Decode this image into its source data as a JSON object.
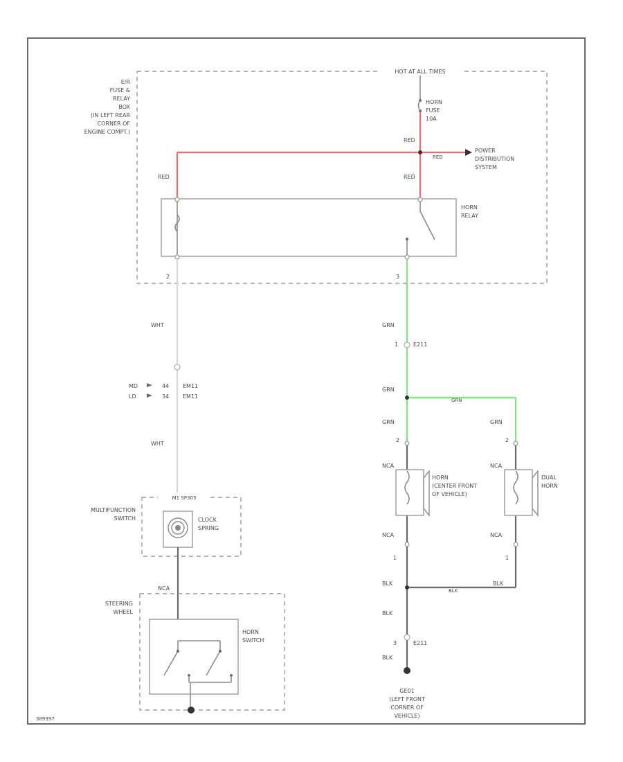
{
  "colors": {
    "red_wire": "#f2686e",
    "green_wire": "#7ee67e",
    "wht_wire": "#d8d8d8",
    "dark_wire": "#6a6a6a"
  },
  "fuse_box": {
    "label_lines": [
      "E/R",
      "FUSE &",
      "RELAY",
      "BOX",
      "(IN LEFT REAR",
      "CORNER OF",
      "ENGINE COMPT.)"
    ]
  },
  "hot_label": "HOT AT ALL TIMES",
  "horn_fuse": {
    "lines": [
      "HORN",
      "FUSE",
      "10A"
    ]
  },
  "wire_labels": {
    "red_top": "RED",
    "red_left": "RED",
    "red_right": "RED",
    "red_to_power": "RED",
    "wht_upper": "WHT",
    "wht_lower": "WHT",
    "grn_1": "GRN",
    "grn_2": "GRN",
    "grn_3": "GRN",
    "grn_4": "GRN",
    "grn_horiz": "GRN",
    "nca_sw": "NCA",
    "nca_h1_top": "NCA",
    "nca_h1_bot": "NCA",
    "nca_h2_top": "NCA",
    "nca_h2_bot": "NCA",
    "blk_1": "BLK",
    "blk_2": "BLK",
    "blk_3": "BLK",
    "blk_4": "BLK",
    "blk_5": "BLK"
  },
  "power_distribution": {
    "lines": [
      "POWER",
      "DISTRIBUTION",
      "SYSTEM"
    ]
  },
  "horn_relay": {
    "lines": [
      "HORN",
      "RELAY"
    ],
    "pin_left": "2",
    "pin_right": "3"
  },
  "connector_e211_upper": {
    "pin": "1",
    "name": "E211"
  },
  "connector_e211_lower": {
    "pin": "3",
    "name": "E211"
  },
  "option_md": "MD",
  "option_ld": "LD",
  "connector_m": {
    "pin": "44",
    "name": "EM11"
  },
  "connector_l": {
    "pin": "34",
    "name": "EM11"
  },
  "mfs": {
    "label_lines": [
      "MULTIFUNCTION",
      "SWITCH"
    ],
    "connector": "M1 SP303",
    "clock_spring_lines": [
      "CLOCK",
      "SPRING"
    ]
  },
  "steering_wheel": {
    "label_lines": [
      "STEERING",
      "WHEEL"
    ],
    "horn_switch_lines": [
      "HORN",
      "SWITCH"
    ]
  },
  "horn_1": {
    "lines": [
      "HORN",
      "(CENTER FRONT",
      "OF VEHICLE)"
    ],
    "pin_top": "2",
    "pin_bot": "1"
  },
  "horn_2": {
    "lines": [
      "DUAL",
      "HORN"
    ],
    "pin_top": "2",
    "pin_bot": "1"
  },
  "ground": {
    "lines": [
      "GE01",
      "(LEFT FRONT",
      "CORNER OF",
      "VEHICLE)"
    ]
  },
  "diagram_id": "389397"
}
